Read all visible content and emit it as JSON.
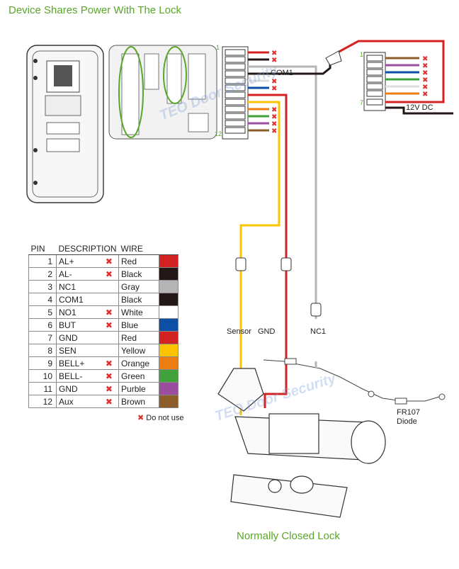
{
  "title_top": "Device Shares Power With The Lock",
  "title_bottom": "Normally Closed Lock",
  "table": {
    "headers": [
      "PIN",
      "DESCRIPTION",
      "WIRE"
    ],
    "rows": [
      {
        "pin": "1",
        "desc": "AL+",
        "x": true,
        "wire": "Red",
        "color": "#d42121"
      },
      {
        "pin": "2",
        "desc": "AL-",
        "x": true,
        "wire": "Black",
        "color": "#231815"
      },
      {
        "pin": "3",
        "desc": "NC1",
        "x": false,
        "wire": "Gray",
        "color": "#b5b5b5"
      },
      {
        "pin": "4",
        "desc": "COM1",
        "x": false,
        "wire": "Black",
        "color": "#231815"
      },
      {
        "pin": "5",
        "desc": "NO1",
        "x": true,
        "wire": "White",
        "color": "#ffffff"
      },
      {
        "pin": "6",
        "desc": "BUT",
        "x": true,
        "wire": "Blue",
        "color": "#0d4ea6"
      },
      {
        "pin": "7",
        "desc": "GND",
        "x": false,
        "wire": "Red",
        "color": "#d42121"
      },
      {
        "pin": "8",
        "desc": "SEN",
        "x": false,
        "wire": "Yellow",
        "color": "#fcc400"
      },
      {
        "pin": "9",
        "desc": "BELL+",
        "x": true,
        "wire": "Orange",
        "color": "#ed7c12"
      },
      {
        "pin": "10",
        "desc": "BELL-",
        "x": true,
        "wire": "Green",
        "color": "#41a23c"
      },
      {
        "pin": "11",
        "desc": "GND",
        "x": true,
        "wire": "Purble",
        "color": "#9b4ea0"
      },
      {
        "pin": "12",
        "desc": "Aux",
        "x": true,
        "wire": "Brown",
        "color": "#8e5e2a"
      }
    ]
  },
  "legend": {
    "mark": "✖",
    "text": "Do not use"
  },
  "labels": {
    "com1": "COM1",
    "v12dc": "12V DC",
    "sensor": "Sensor",
    "gnd": "GND",
    "nc1": "NC1",
    "diode": "FR107",
    "diode2": "Diode",
    "pin1": "1",
    "pin12": "12",
    "power_pin1": "1",
    "power_pin7": "7"
  },
  "watermark": "TEO Door Security",
  "colors": {
    "red": "#d42121",
    "black": "#231815",
    "gray": "#b5b5b5",
    "yellow": "#fcc400",
    "orange": "#ed7c12",
    "green": "#41a23c",
    "purple": "#9b4ea0",
    "brown": "#8e5e2a",
    "blue": "#0d4ea6",
    "accent": "#5aa62a"
  }
}
